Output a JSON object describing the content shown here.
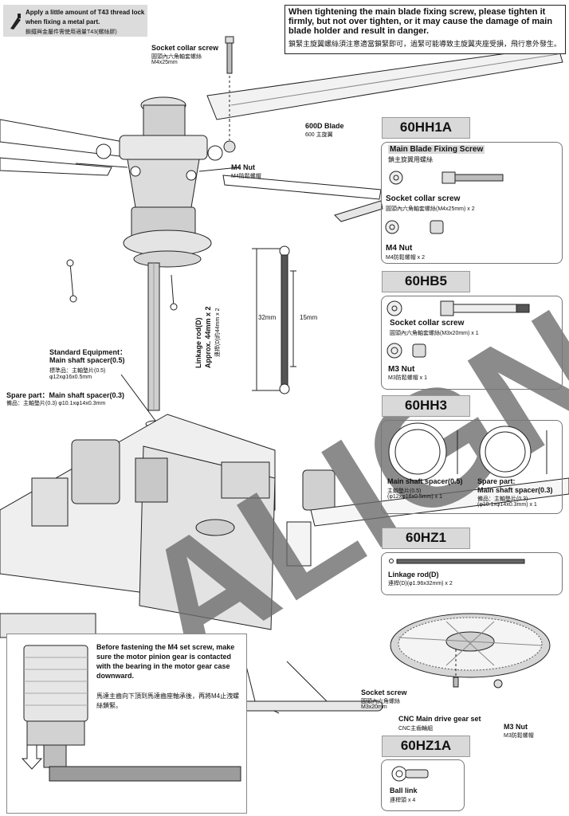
{
  "tip": {
    "en": "Apply a little amount of T43 thread lock when fixing a metal part.",
    "zh": "鎖鐵與金屬件需使用適量T43(螺絲膠)"
  },
  "warning": {
    "en": "When tightening the main blade fixing screw, please tighten it firmly, but not over tighten, or it may cause the damage of main blade holder and result in danger.",
    "zh": "鎖緊主旋翼螺絲須注意適當鎖緊即可，過緊可能導致主旋翼夾座受損，飛行意外發生。"
  },
  "callouts": {
    "socket_collar_top": {
      "en": "Socket collar screw",
      "zh": "圓頭內六角軸套螺絲",
      "size": "M4x25mm"
    },
    "blade": {
      "en": "600D Blade",
      "zh": "600 主旋翼"
    },
    "m4_nut": {
      "en": "M4 Nut",
      "zh": "M4防鬆螺帽"
    },
    "linkage": {
      "en": "Linkage rod(D)",
      "en2": "Approx. 44mm x 2",
      "zh": "連桿(D)約44mm x 2",
      "dim1": "32mm",
      "dim2": "15mm"
    },
    "std_spacer": {
      "en": "Standard Equipment：",
      "en2": "Main shaft spacer(0.5)",
      "zh": "標準品：主軸墊片(0.5)",
      "size": "φ12xφ16x0.5mm"
    },
    "spare_spacer": {
      "en": "Spare part：Main shaft spacer(0.3)",
      "zh": "備品：主軸墊片(0.3)  φ10.1xφ14x0.3mm"
    },
    "socket_screw_bottom": {
      "en": "Socket screw",
      "zh": "圓頭內六角螺絲",
      "size": "M3x20mm"
    },
    "gear": {
      "en": "CNC Main drive gear set",
      "zh": "CNC主齒輪組"
    },
    "m3_nut_bottom": {
      "en": "M3 Nut",
      "zh": "M3防鬆螺帽"
    }
  },
  "watermark": "ALIGN",
  "panels": [
    {
      "code": "60HH1A",
      "title": "Main Blade Fixing Screw",
      "title_zh": "鎖主旋翼用螺絲",
      "items": [
        {
          "en": "Socket collar screw",
          "zh": "圓頭內六角軸套螺絲(M4x25mm) x 2"
        },
        {
          "en": "M4 Nut",
          "zh": "M4防鬆螺帽  x 2"
        }
      ]
    },
    {
      "code": "60HB5",
      "items": [
        {
          "en": "Socket collar screw",
          "zh": "圓頭內六角軸套螺絲(M3x20mm) x 1"
        },
        {
          "en": "M3 Nut",
          "zh": "M3防鬆螺帽  x 1"
        }
      ]
    },
    {
      "code": "60HH3",
      "items": [
        {
          "en": "Main shaft spacer(0.5)",
          "zh": "主軸墊片(0.5)",
          "size": "(φ12xφ16x0.5mm) x 1"
        },
        {
          "en": "Spare part:",
          "en2": "Main shaft spacer(0.3)",
          "zh": "備品：主軸墊片(0.3)",
          "size": "(φ10.1xφ14x0.3mm) x 1"
        }
      ]
    },
    {
      "code": "60HZ1",
      "items": [
        {
          "en": "Linkage rod(D)",
          "zh": "連桿(D)(φ1.96x32mm) x 2"
        }
      ]
    },
    {
      "code": "60HZ1A",
      "items": [
        {
          "en": "Ball link",
          "zh": "連桿頭 x 4"
        }
      ]
    }
  ],
  "motor_note": {
    "en": "Before fastening the M4 set screw, make sure the motor pinion gear is contacted with the bearing in the motor gear case downward.",
    "zh": "馬達主齒向下頂到馬達齒座軸承後，再將M4止洩螺絲鎖緊。"
  }
}
